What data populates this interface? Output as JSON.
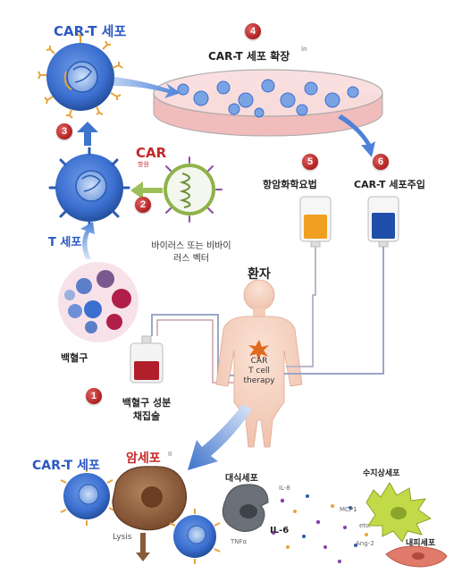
{
  "colors": {
    "t_cell": "#3b6fd0",
    "t_cell_dark": "#244f9e",
    "spike": "#e8a33a",
    "step_badge": "#c62828",
    "petri_liquid": "#f3c6c6",
    "bag_orange": "#f0a020",
    "bag_blue": "#1f4fa8",
    "blood_red": "#b01f2a",
    "cancer_cell": "#8a5a3a",
    "macrophage": "#6b6f78",
    "dendritic": "#b8d43a",
    "endothelial": "#e07a6a",
    "arrow_blue": "#6f9be0"
  },
  "steps": [
    "1",
    "2",
    "3",
    "4",
    "5",
    "6"
  ],
  "labels": {
    "car_t_top": "CAR-T 세포",
    "car": "CAR",
    "car_sub": "항원",
    "t_cell": "T 세포",
    "viral_vector_line1": "바이러스 또는 비바이",
    "viral_vector_line2": "러스 벡터",
    "expansion": "CAR-T 세포 확장",
    "expansion_suffix": "in",
    "chemo": "항암화학요법",
    "infusion": "CAR-T 세포주입",
    "patient": "환자",
    "therapy_line1": "CAR",
    "therapy_line2": "T cell",
    "therapy_line3": "therapy",
    "leukocytes": "백혈구",
    "apheresis_line1": "백혈구 성분",
    "apheresis_line2": "채집술",
    "car_t_bottom": "CAR-T 세포",
    "cancer_cell": "암세포",
    "cancer_suffix": "II",
    "macrophage": "대식세포",
    "dendritic": "수지상세포",
    "endothelial": "내피세포",
    "lysis": "Lysis",
    "il8": "IL-8",
    "il6": "IL-6",
    "tnfa": "TNFα",
    "mcp1": "MCP1",
    "etc": "etc.",
    "ang2": "Ang-2"
  }
}
